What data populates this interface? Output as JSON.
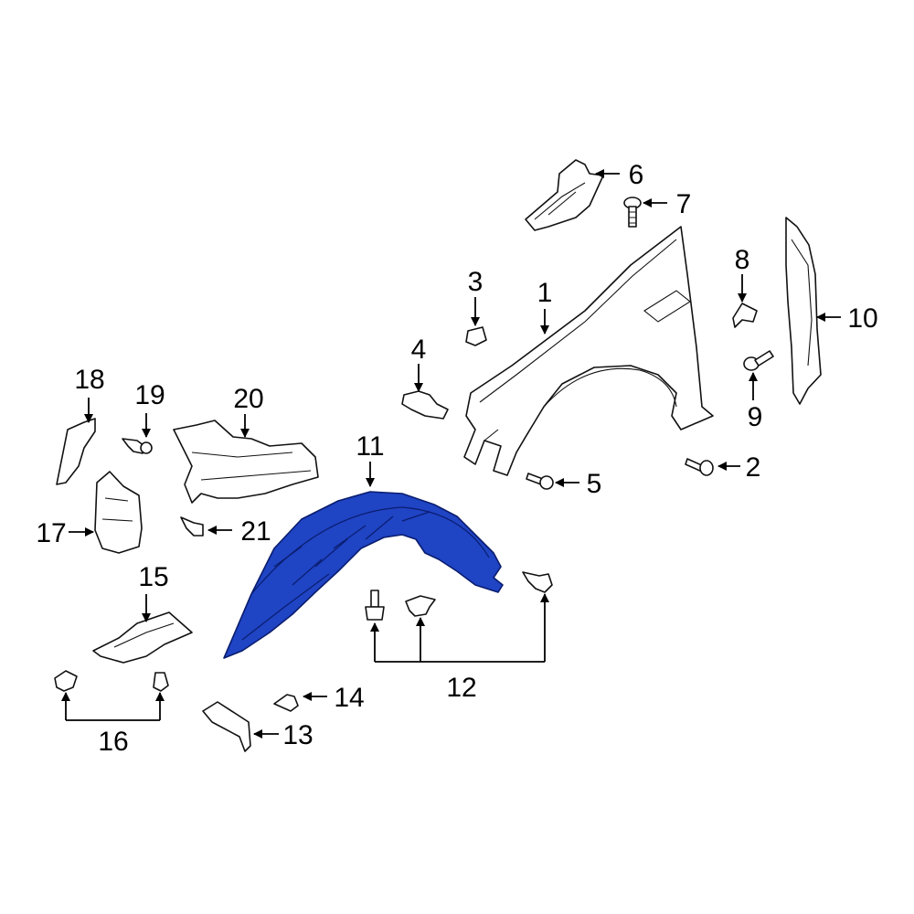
{
  "diagram": {
    "accent_color": "#1f44c4",
    "highlighted_part": "11",
    "callouts": {
      "c1": "1",
      "c2": "2",
      "c3": "3",
      "c4": "4",
      "c5": "5",
      "c6": "6",
      "c7": "7",
      "c8": "8",
      "c9": "9",
      "c10": "10",
      "c11": "11",
      "c12": "12",
      "c13": "13",
      "c14": "14",
      "c15": "15",
      "c16": "16",
      "c17": "17",
      "c18": "18",
      "c19": "19",
      "c20": "20",
      "c21": "21"
    }
  }
}
